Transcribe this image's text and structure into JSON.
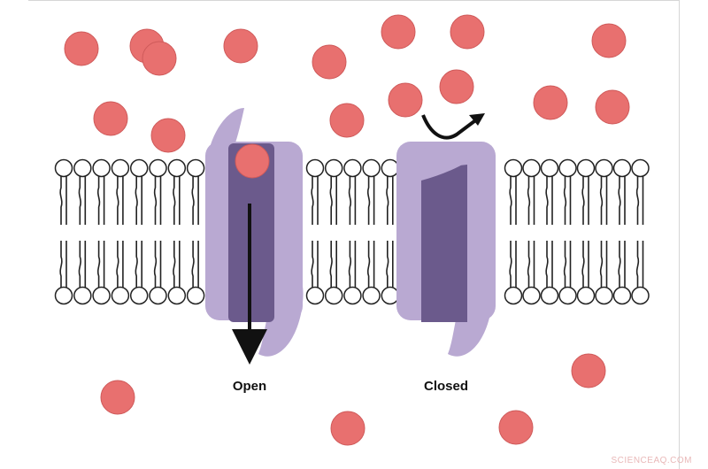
{
  "labels": {
    "open": "Open",
    "closed": "Closed"
  },
  "watermark": "SCIENCEAQ.COM",
  "colors": {
    "ion_fill": "#e8706f",
    "ion_stroke": "#cf5a5a",
    "channel_light": "#b9a9d2",
    "channel_dark": "#6b5a8c",
    "lipid_outline": "#222222",
    "arrow": "#111111"
  },
  "icons": {
    "ion": "ion-circle",
    "flow_arrow": "down-arrow-icon",
    "blocked_arrow": "curved-arrow-icon"
  }
}
